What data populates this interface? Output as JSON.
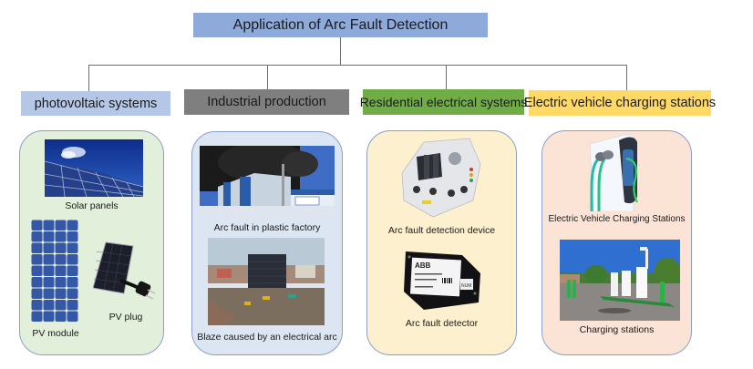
{
  "title": "Application of Arc Fault Detection",
  "categories": [
    {
      "label": "photovoltaic systems",
      "header_color": "#b4c7e7",
      "panel_color": "#e2efda",
      "items": [
        {
          "caption": "Solar panels",
          "icon": "solar-panels-photo"
        },
        {
          "caption": "PV module",
          "icon": "pv-module-photo"
        },
        {
          "caption": "PV plug",
          "icon": "pv-plug-photo"
        }
      ]
    },
    {
      "label": "Industrial production",
      "header_color": "#7f7f7f",
      "panel_color": "#dce6f2",
      "items": [
        {
          "caption": "Arc fault in plastic factory",
          "icon": "factory-fire-photo"
        },
        {
          "caption": "Blaze caused by an electrical arc",
          "icon": "burned-building-photo"
        }
      ]
    },
    {
      "label": "Residential electrical systems",
      "header_color": "#70ad47",
      "panel_color": "#fdf0cf",
      "items": [
        {
          "caption": "Arc fault detection device",
          "icon": "detection-device-photo"
        },
        {
          "caption": "Arc fault detector",
          "icon": "abb-detector-photo",
          "brand_text": "ABB",
          "tag_text": "NUM"
        }
      ]
    },
    {
      "label": "Electric vehicle charging stations",
      "header_color": "#ffd966",
      "panel_color": "#fbe3d6",
      "items": [
        {
          "caption": "Electric Vehicle Charging Stations",
          "icon": "ev-charger-photo"
        },
        {
          "caption": "Charging stations",
          "icon": "charging-stations-photo"
        }
      ]
    }
  ]
}
